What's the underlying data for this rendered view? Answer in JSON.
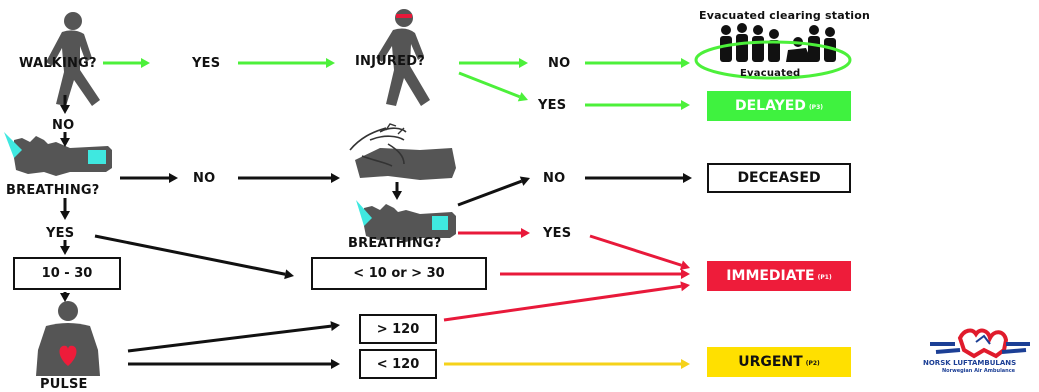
{
  "title": "Evacuated clearing station",
  "evacuated_label": "Evacuated",
  "questions": {
    "walking": "WALKING?",
    "injured": "INJURED?",
    "breathing1": "BREATHING?",
    "breathing2": "BREATHING?",
    "pulse": "PULSE"
  },
  "answers": {
    "walking_yes": "YES",
    "walking_no": "NO",
    "injured_no": "NO",
    "injured_yes": "YES",
    "breathing1_no": "NO",
    "breathing1_yes": "YES",
    "breathing2_no": "NO",
    "breathing2_yes": "YES"
  },
  "rates": {
    "normal": "10 - 30",
    "abnormal": "< 10 or > 30",
    "pulse_high": "> 120",
    "pulse_low": "< 120"
  },
  "categories": {
    "delayed": {
      "label": "DELAYED",
      "tag": "(P3)",
      "color": "#3ff23f"
    },
    "deceased": {
      "label": "DECEASED"
    },
    "immediate": {
      "label": "IMMEDIATE",
      "tag": "(P1)",
      "color": "#ee1c3a"
    },
    "urgent": {
      "label": "URGENT",
      "tag": "(P2)",
      "color": "#ffe000"
    }
  },
  "arrow_colors": {
    "green": "#4cf03a",
    "black": "#111111",
    "red": "#e8193a",
    "yellow": "#f5d21a"
  },
  "logo": {
    "name": "NORSK LUFTAMBULANS",
    "subtitle": "Norwegian Air Ambulance",
    "color_red": "#e01b2c",
    "color_blue": "#1c3f95"
  }
}
